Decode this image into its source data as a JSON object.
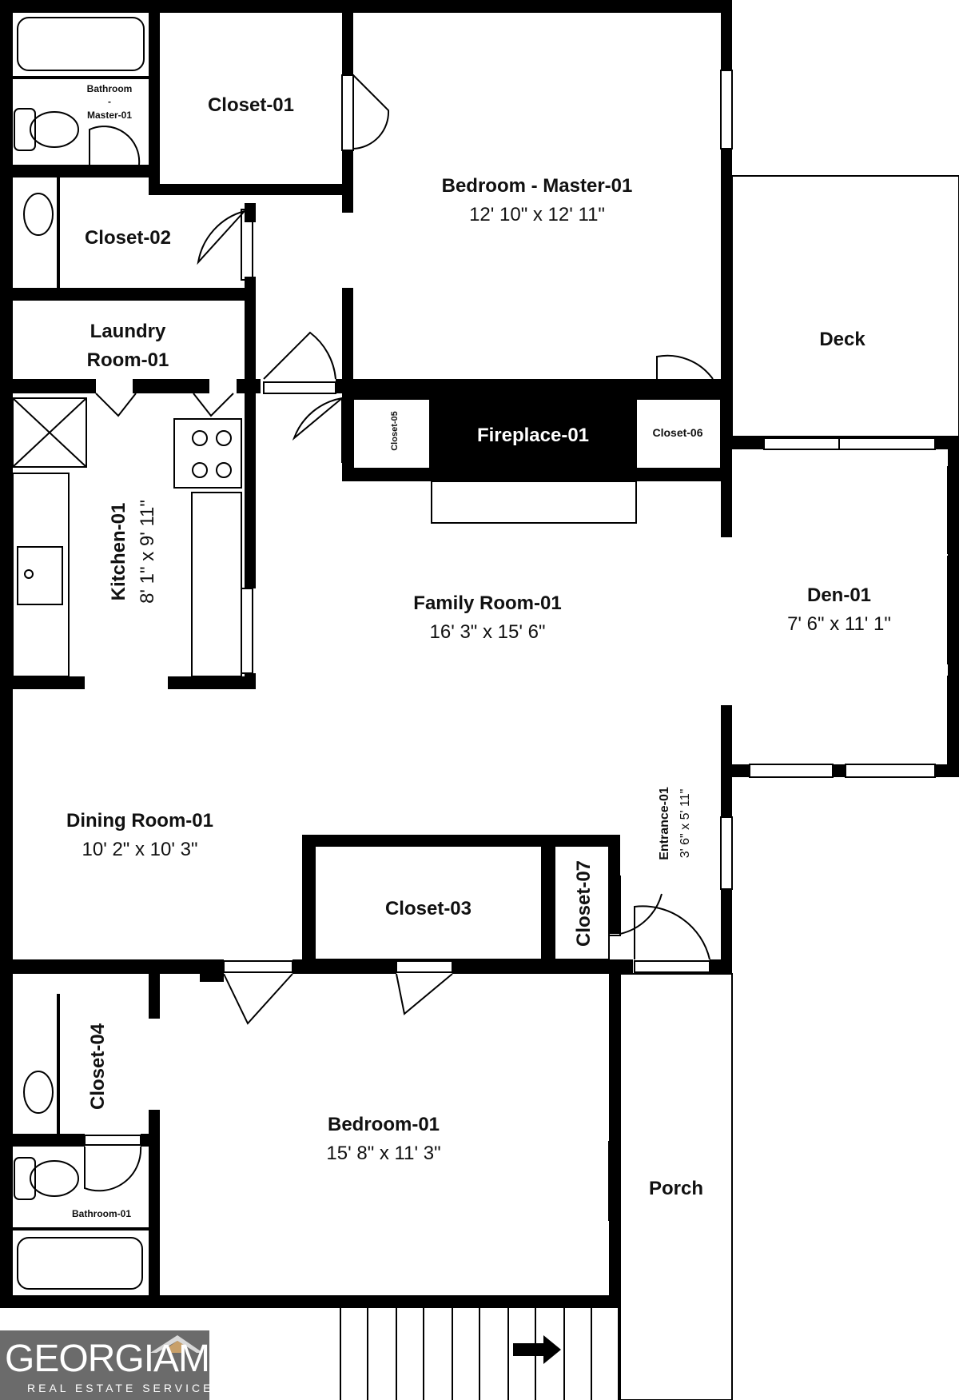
{
  "rooms": {
    "bathroom_master": {
      "line1": "Bathroom",
      "line2": "-",
      "line3": "Master-01"
    },
    "closet_01": "Closet-01",
    "bedroom_master": {
      "name": "Bedroom - Master-01",
      "dims": "12' 10\" x 12' 11\""
    },
    "closet_02": "Closet-02",
    "deck": "Deck",
    "laundry": {
      "line1": "Laundry",
      "line2": "Room-01"
    },
    "closet_05": "Closet-05",
    "fireplace": "Fireplace-01",
    "closet_06": "Closet-06",
    "kitchen": {
      "name": "Kitchen-01",
      "dims": "8' 1\" x 9' 11\""
    },
    "family_room": {
      "name": "Family Room-01",
      "dims": "16' 3\" x 15' 6\""
    },
    "den": {
      "name": "Den-01",
      "dims": "7' 6\" x 11' 1\""
    },
    "entrance": {
      "name": "Entrance-01",
      "dims": "3' 6\" x 5' 11\""
    },
    "dining_room": {
      "name": "Dining Room-01",
      "dims": "10' 2\" x 10' 3\""
    },
    "closet_03": "Closet-03",
    "closet_07": "Closet-07",
    "closet_04": "Closet-04",
    "bedroom_01": {
      "name": "Bedroom-01",
      "dims": "15' 8\" x 11' 3\""
    },
    "porch": "Porch",
    "bathroom_01": "Bathroom-01"
  },
  "logo": {
    "main": "GEORGIAMLS",
    "sub": "REAL ESTATE SERVICES"
  },
  "colors": {
    "wall": "#000000",
    "background": "#ffffff",
    "logo_bg": "#6b6b6b"
  }
}
